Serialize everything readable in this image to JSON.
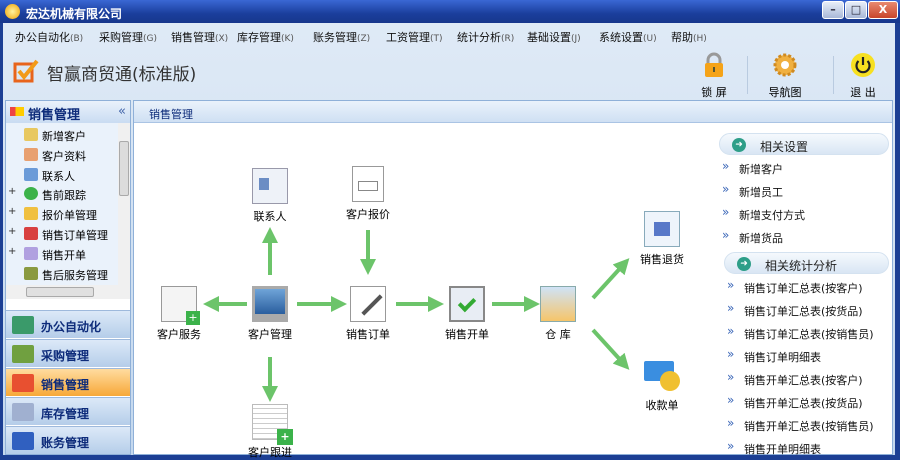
{
  "window": {
    "title": "宏达机械有限公司",
    "minimize": "–",
    "maximize": "□",
    "close": "X"
  },
  "menu": [
    {
      "label": "办公自动化",
      "key": "(B)"
    },
    {
      "label": "采购管理",
      "key": "(G)"
    },
    {
      "label": "销售管理",
      "key": "(X)"
    },
    {
      "label": "库存管理",
      "key": "(K)"
    },
    {
      "label": "账务管理",
      "key": "(Z)"
    },
    {
      "label": "工资管理",
      "key": "(T)"
    },
    {
      "label": "统计分析",
      "key": "(R)"
    },
    {
      "label": "基础设置",
      "key": "(J)"
    },
    {
      "label": "系统设置",
      "key": "(U)"
    },
    {
      "label": "帮助",
      "key": "(H)"
    }
  ],
  "toolbar": {
    "brand": "智赢商贸通(标准版)",
    "lock": "锁 屏",
    "nav": "导航图",
    "exit": "退 出"
  },
  "sidebar": {
    "title": "销售管理",
    "collapse": "«",
    "tree": [
      {
        "label": "新增客户",
        "expand": ""
      },
      {
        "label": "客户资料",
        "expand": ""
      },
      {
        "label": "联系人",
        "expand": ""
      },
      {
        "label": "售前跟踪",
        "expand": "+"
      },
      {
        "label": "报价单管理",
        "expand": "+"
      },
      {
        "label": "销售订单管理",
        "expand": "+"
      },
      {
        "label": "销售开单",
        "expand": "+"
      },
      {
        "label": "售后服务管理",
        "expand": ""
      }
    ],
    "modules": [
      {
        "label": "办公自动化"
      },
      {
        "label": "采购管理"
      },
      {
        "label": "销售管理",
        "active": true
      },
      {
        "label": "库存管理"
      },
      {
        "label": "账务管理"
      }
    ]
  },
  "main": {
    "title": "销售管理",
    "flow": {
      "service": "客户服务",
      "customer": "客户管理",
      "contact": "联系人",
      "quote": "客户报价",
      "order": "销售订单",
      "invoice": "销售开单",
      "warehouse": "仓 库",
      "return": "销售退货",
      "receipt": "收款单",
      "followup": "客户跟进"
    },
    "settings_title": "相关设置",
    "settings": [
      "新增客户",
      "新增员工",
      "新增支付方式",
      "新增货品"
    ],
    "stats_title": "相关统计分析",
    "stats": [
      "销售订单汇总表(按客户)",
      "销售订单汇总表(按货品)",
      "销售订单汇总表(按销售员)",
      "销售订单明细表",
      "销售开单汇总表(按客户)",
      "销售开单汇总表(按货品)",
      "销售开单汇总表(按销售员)",
      "销售开单明细表"
    ]
  },
  "colors": {
    "arrow": "#6cc46a",
    "titlebar": "#1a3e9c",
    "active_module": "#f7a838"
  }
}
